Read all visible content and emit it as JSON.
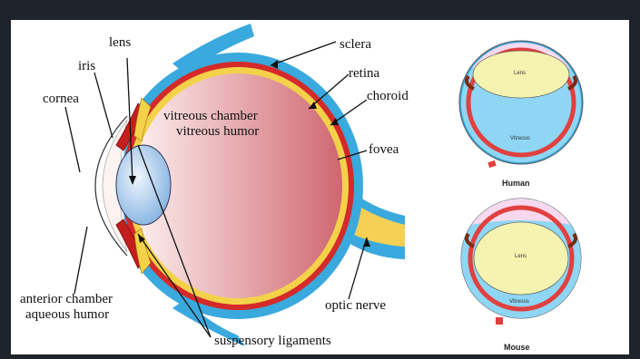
{
  "main_diagram": {
    "labels": {
      "lens": "lens",
      "iris": "iris",
      "cornea": "cornea",
      "sclera": "sclera",
      "retina": "retina",
      "choroid": "choroid",
      "vitreous_chamber": "vitreous chamber",
      "vitreous_humor": "vitreous humor",
      "fovea": "fovea",
      "anterior_chamber": "anterior chamber",
      "aqueous_humor": "aqueous humor",
      "optic_nerve": "optic nerve",
      "suspensory_ligaments": "suspensory ligaments"
    }
  },
  "comparison": [
    {
      "caption": "Human",
      "lens_label": "Lens",
      "vitreous_label": "Vitreous"
    },
    {
      "caption": "Mouse",
      "lens_label": "Lens",
      "vitreous_label": "Vitreous"
    }
  ],
  "colors": {
    "frame": "#1f232b",
    "panel": "#ffffff",
    "sclera_blue": "#3aa9dd",
    "choroid_red": "#d42a2a",
    "retina_yellow": "#f3d24a",
    "vitreous_pink": "#e7a0a6",
    "lens_blue": "#a8cdf0",
    "optic_nerve": "#f6cf55",
    "mini_vitreous": "#8fd6f5",
    "mini_lens": "#f5f3b0",
    "mini_cornea": "#f6d9ee"
  }
}
